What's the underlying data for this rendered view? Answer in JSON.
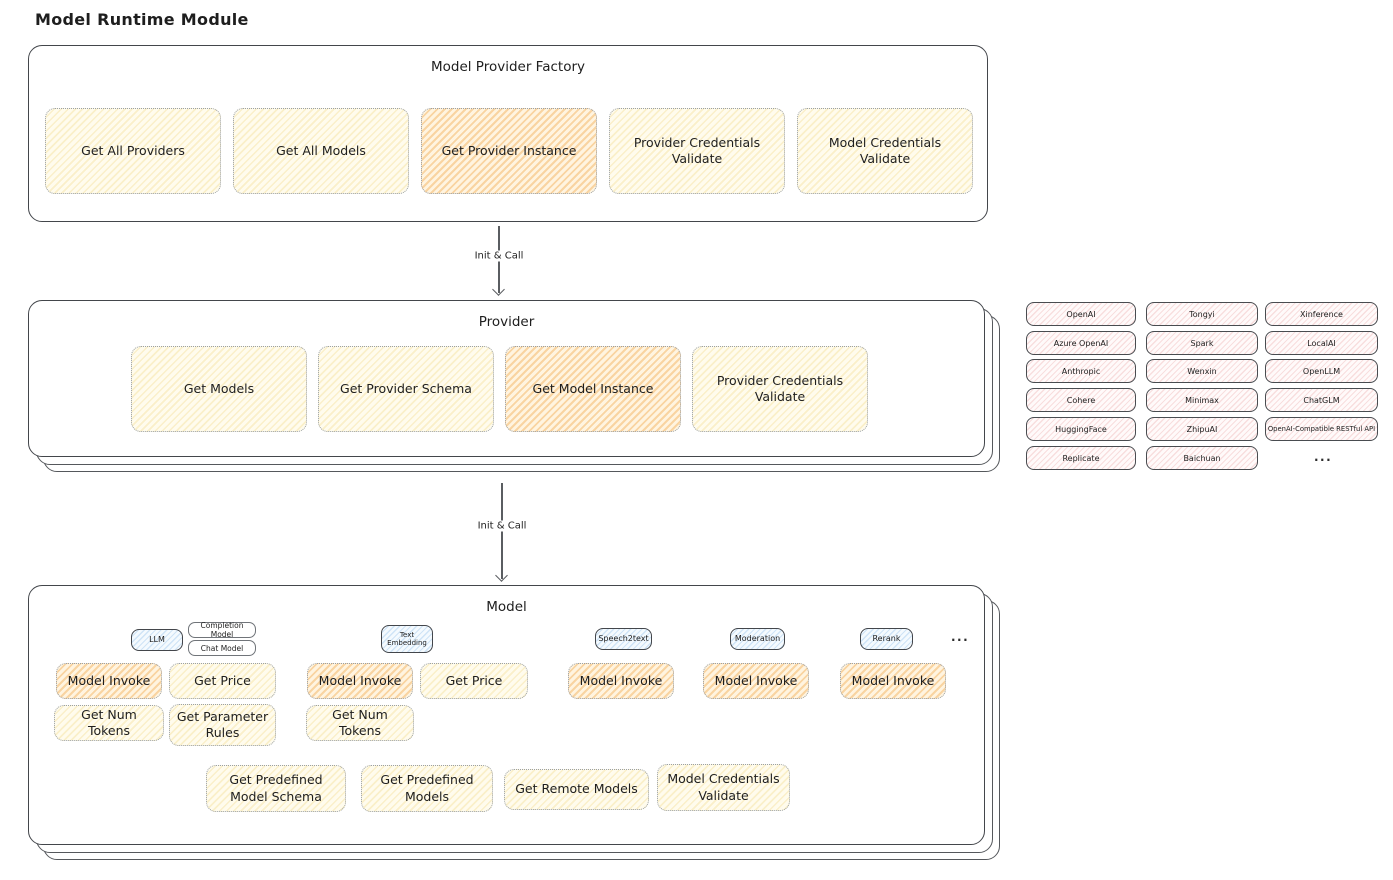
{
  "title": "Model Runtime Module",
  "arrow_label": "Init & Call",
  "factory": {
    "title": "Model Provider Factory",
    "buttons": [
      "Get All Providers",
      "Get All Models",
      "Get Provider Instance",
      "Provider Credentials Validate",
      "Model Credentials Validate"
    ]
  },
  "provider": {
    "title": "Provider",
    "buttons": [
      "Get Models",
      "Get Provider Schema",
      "Get Model Instance",
      "Provider Credentials Validate"
    ]
  },
  "providers_grid": {
    "col1": [
      "OpenAI",
      "Azure OpenAI",
      "Anthropic",
      "Cohere",
      "HuggingFace",
      "Replicate"
    ],
    "col2": [
      "Tongyi",
      "Spark",
      "Wenxin",
      "Minimax",
      "ZhipuAI",
      "Baichuan"
    ],
    "col3": [
      "Xinference",
      "LocalAI",
      "OpenLLM",
      "ChatGLM",
      "OpenAI-Compatible RESTful API"
    ],
    "more": "..."
  },
  "model": {
    "title": "Model",
    "tags": {
      "llm": "LLM",
      "completion_model": "Completion Model",
      "chat_model": "Chat Model",
      "text_embedding": "Text Embedding",
      "speech2text": "Speech2text",
      "moderation": "Moderation",
      "rerank": "Rerank",
      "more": "..."
    },
    "buttons": {
      "model_invoke": "Model Invoke",
      "get_price": "Get Price",
      "get_num_tokens": "Get Num Tokens",
      "get_parameter_rules": "Get Parameter Rules",
      "get_predefined_model_schema": "Get Predefined Model Schema",
      "get_predefined_models": "Get Predefined Models",
      "get_remote_models": "Get Remote Models",
      "model_credentials_validate": "Model Credentials Validate"
    }
  },
  "colors": {
    "yellow_fill": "#FFF9DB",
    "orange_highlight": "#F8C87C",
    "pink_fill": "#FBE7E7",
    "blue_fill": "#DCEDFB",
    "outline": "#43464B"
  }
}
